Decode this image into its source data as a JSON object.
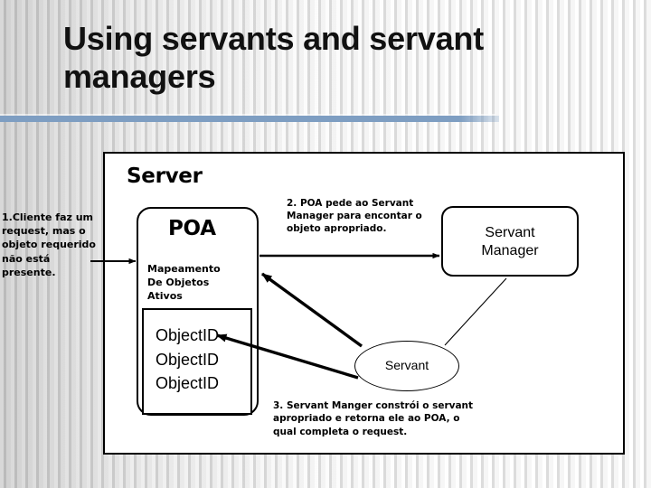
{
  "slide": {
    "title": "Using servants and servant managers",
    "rule_color": "#7e9ec2",
    "background_color": "#f2f2f2"
  },
  "diagram": {
    "server_label": "Server",
    "poa": {
      "title": "POA",
      "subtitle": "Mapeamento\nDe Objetos\nAtivos",
      "subtitle_lines": [
        "Mapeamento",
        "De Objetos",
        "Ativos"
      ],
      "object_ids": [
        "ObjectID",
        "ObjectID",
        "ObjectID"
      ]
    },
    "servant_manager": {
      "label": "Servant\nManager",
      "label_lines": [
        "Servant",
        "Manager"
      ]
    },
    "servant": {
      "label": "Servant"
    },
    "captions": {
      "step1": "1.Cliente faz um request, mas o objeto requerido não está presente.",
      "step2": "2. POA pede ao Servant Manager para encontar o objeto apropriado.",
      "step3": "3. Servant Manger constrói o servant apropriado e retorna ele ao POA, o qual completa o request."
    },
    "arrows": [
      {
        "name": "client-to-poa",
        "from": "client-caption",
        "to": "poa-box",
        "style": "thin-solid"
      },
      {
        "name": "poa-to-servant-manager",
        "from": "poa-box",
        "to": "servant-manager-box",
        "style": "thin-solid"
      },
      {
        "name": "servant-manager-to-servant",
        "from": "servant-manager-box",
        "to": "servant-ellipse",
        "style": "hairline"
      },
      {
        "name": "servant-to-poa",
        "from": "servant-ellipse",
        "to": "poa-box",
        "style": "thick-solid"
      },
      {
        "name": "servant-to-objectid",
        "from": "servant-ellipse",
        "to": "objectid-list",
        "style": "thick-solid"
      }
    ],
    "stroke_color": "#000000"
  }
}
